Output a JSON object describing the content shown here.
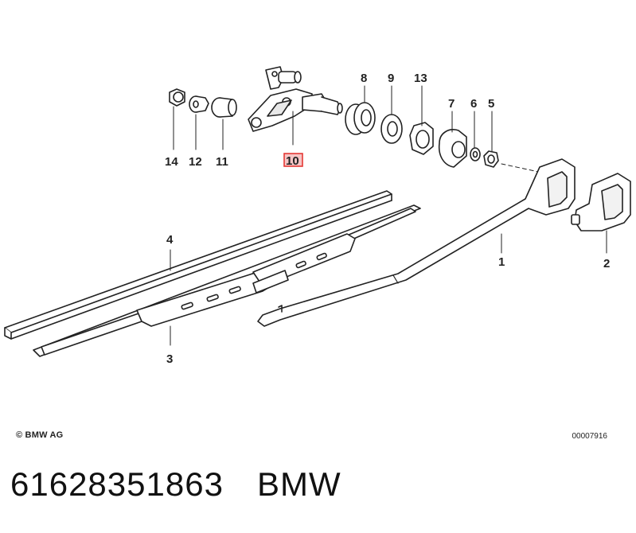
{
  "callouts": {
    "c1": "1",
    "c2": "2",
    "c3": "3",
    "c4": "4",
    "c5": "5",
    "c6": "6",
    "c7": "7",
    "c8": "8",
    "c9": "9",
    "c10": "10",
    "c11": "11",
    "c12": "12",
    "c13": "13",
    "c14": "14"
  },
  "highlight_color": "#e53935",
  "copyright": "© BMW AG",
  "drawing_number": "00007916",
  "footer": {
    "part_number": "61628351863",
    "brand": "BMW"
  }
}
